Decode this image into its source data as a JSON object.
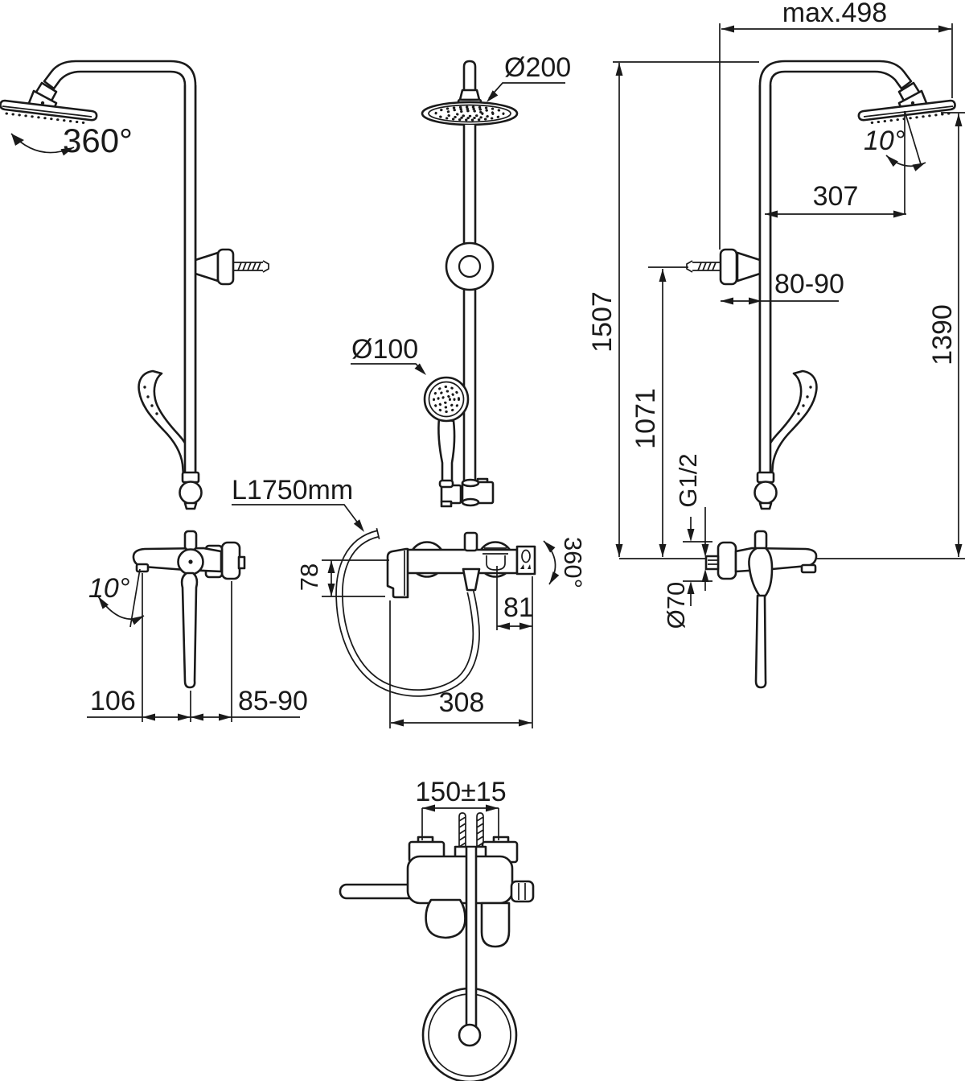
{
  "drawing": {
    "background": "#ffffff",
    "line_color": "#1a1a1a",
    "views": {
      "column_side_left": {
        "head_swivel_range": "360°"
      },
      "column_front": {
        "rain_head_diameter": "Ø200",
        "hand_shower_diameter": "Ø100"
      },
      "column_side_right": {
        "max_reach": "max.498",
        "head_tilt": "10°",
        "head_offset": "307",
        "bracket_wall_distance": "80-90",
        "total_height": "1507",
        "bracket_height": "1071",
        "head_height": "1390",
        "connection_thread": "G1/2",
        "rosette_diameter": "Ø70"
      },
      "mixer_side": {
        "spout_tilt": "10°",
        "spout_reach": "106",
        "wall_distance": "85-90"
      },
      "mixer_front": {
        "hose_length": "L1750mm",
        "spout_drop": "78",
        "outlet_offset": "81",
        "body_width": "308",
        "spout_swivel": "360°"
      },
      "mixer_plan": {
        "inlet_spacing": "150±15"
      }
    }
  }
}
